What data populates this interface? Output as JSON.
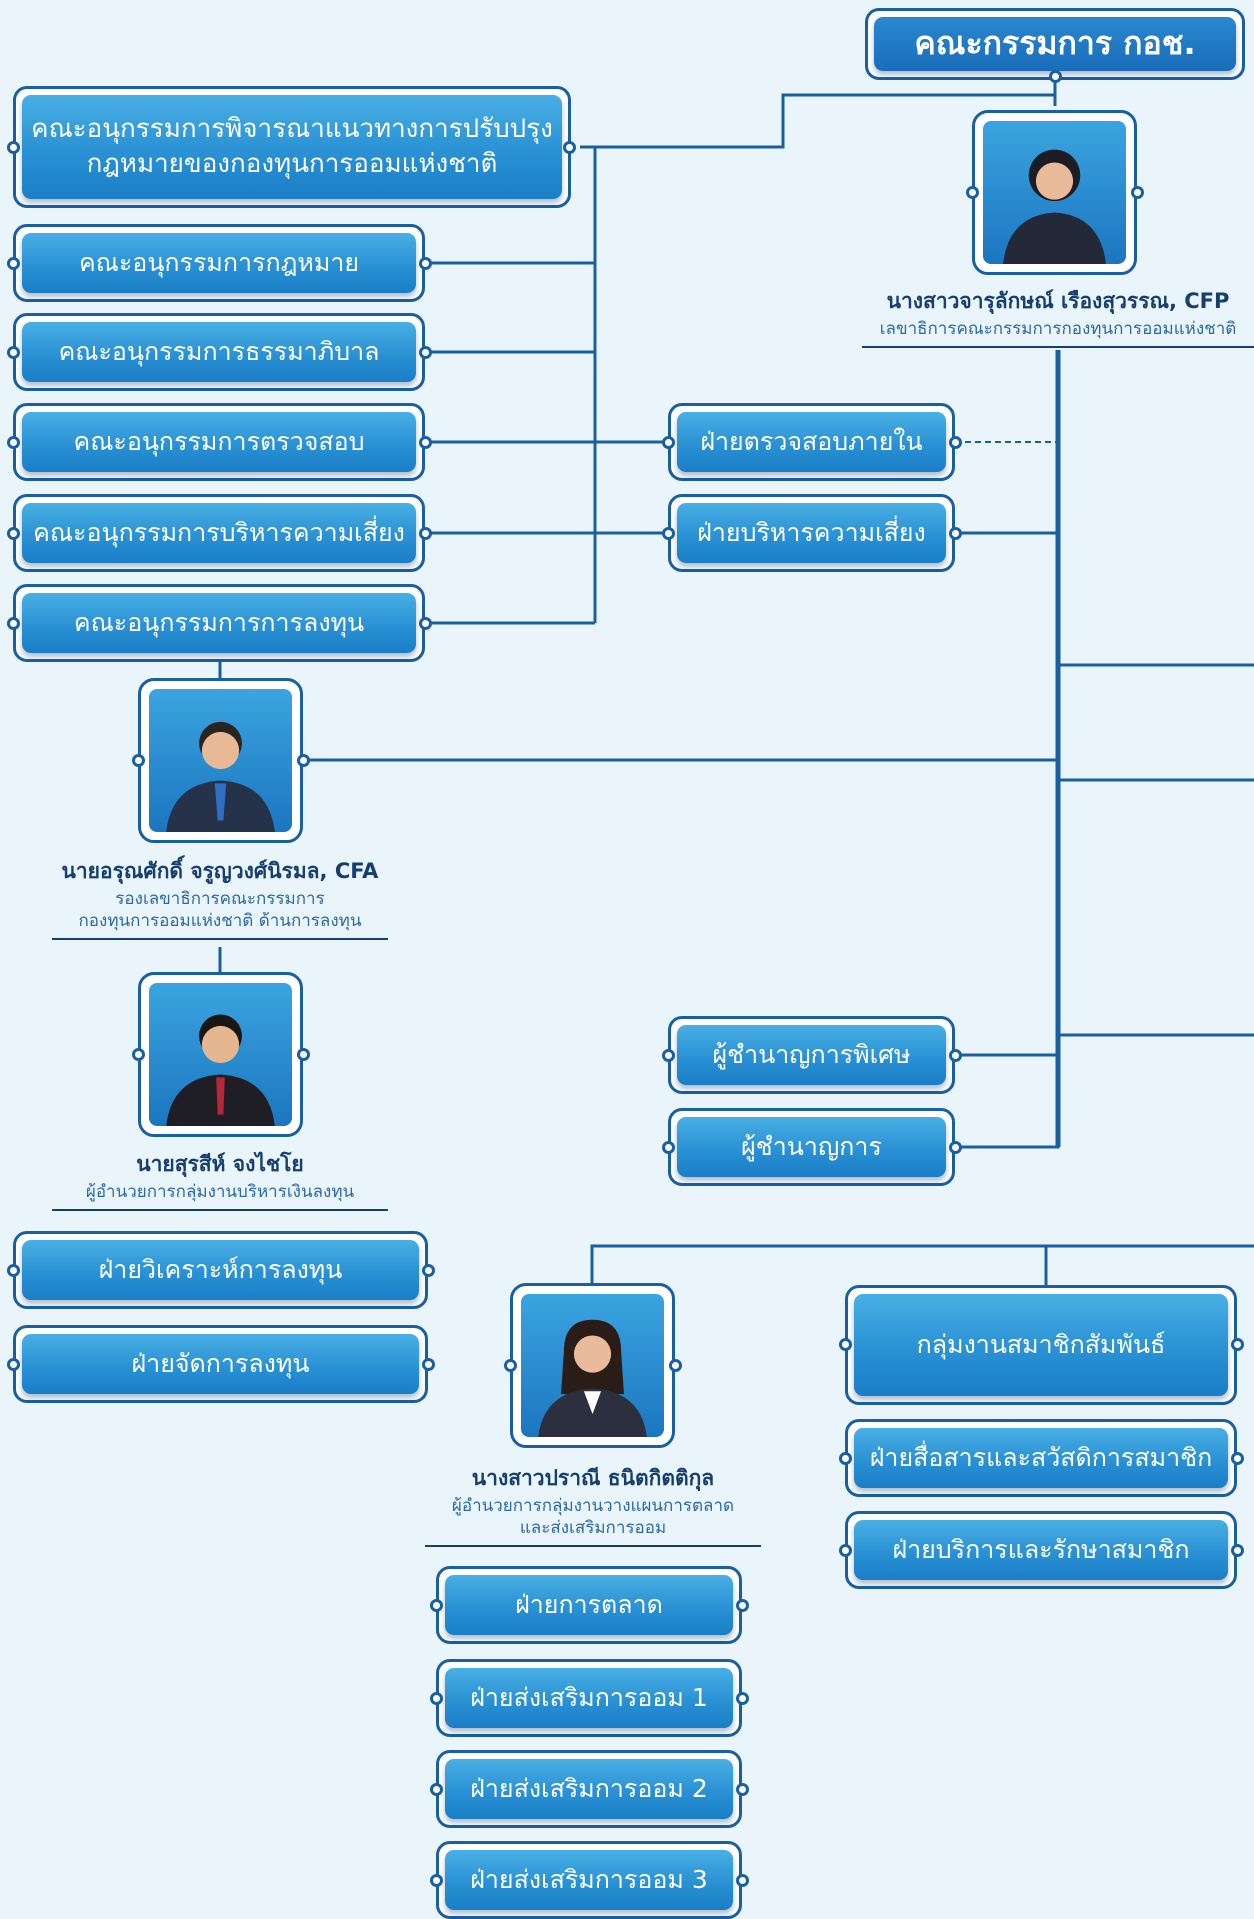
{
  "board": {
    "title": "คณะกรรมการ กอช."
  },
  "committees": [
    "คณะอนุกรรมการพิจารณาแนวทางการปรับปรุง\nกฎหมายของกองทุนการออมแห่งชาติ",
    "คณะอนุกรรมการกฎหมาย",
    "คณะอนุกรรมการธรรมาภิบาล",
    "คณะอนุกรรมการตรวจสอบ",
    "คณะอนุกรรมการบริหารความเสี่ยง",
    "คณะอนุกรรมการการลงทุน"
  ],
  "secretary_general": {
    "name": "นางสาวจารุลักษณ์ เรืองสุวรรณ, CFP",
    "role": "เลขาธิการคณะกรรมการกองทุนการออมแห่งชาติ"
  },
  "central_units": {
    "internal_audit": "ฝ่ายตรวจสอบภายใน",
    "risk_management": "ฝ่ายบริหารความเสี่ยง",
    "special_expert": "ผู้ชำนาญการพิเศษ",
    "expert": "ผู้ชำนาญการ"
  },
  "deputy_investment": {
    "name": "นายอรุณศักดิ์ จรูญวงศ์นิรมล, CFA",
    "role": "รองเลขาธิการคณะกรรมการ\nกองทุนการออมแห่งชาติ ด้านการลงทุน"
  },
  "investment_director": {
    "name": "นายสุรสีห์ จงไชโย",
    "role": "ผู้อำนวยการกลุ่มงานบริหารเงินลงทุน"
  },
  "investment_units": [
    "ฝ่ายวิเคราะห์การลงทุน",
    "ฝ่ายจัดการลงทุน"
  ],
  "marketing_director": {
    "name": "นางสาวปราณี ธนิตกิตติกุล",
    "role": "ผู้อำนวยการกลุ่มงานวางแผนการตลาด\nและส่งเสริมการออม"
  },
  "marketing_units": [
    "ฝ่ายการตลาด",
    "ฝ่ายส่งเสริมการออม 1",
    "ฝ่ายส่งเสริมการออม 2",
    "ฝ่ายส่งเสริมการออม 3"
  ],
  "member_relations": {
    "group": "กลุ่มงานสมาชิกสัมพันธ์",
    "units": [
      "ฝ่ายสื่อสารและสวัสดิการสมาชิก",
      "ฝ่ายบริการและรักษาสมาชิก"
    ]
  },
  "colors": {
    "line": "#1a5fa0",
    "box_fill": "#2a91d4",
    "background": "#eaf4fb",
    "text_dark": "#163f6e"
  }
}
